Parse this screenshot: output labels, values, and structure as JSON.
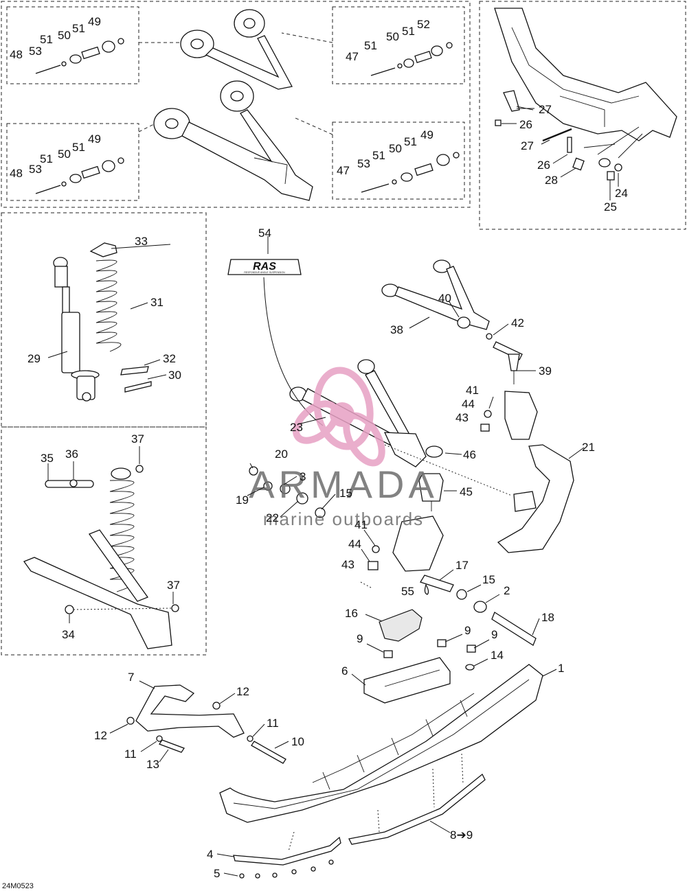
{
  "drawing_id": "24M0523",
  "watermark": {
    "brand": "ARMADA",
    "tagline": "marine outboards",
    "logo_color": "#e7a1c4",
    "text_color": "#6d6d6d"
  },
  "emblem": {
    "logo_text": "RAS",
    "subtitle": "RESPONSIVE ANGLE SUSPENSION"
  },
  "callouts": [
    {
      "id": "c1",
      "text": "1"
    },
    {
      "id": "c2",
      "text": "2"
    },
    {
      "id": "c3",
      "text": "3"
    },
    {
      "id": "c4",
      "text": "4"
    },
    {
      "id": "c5",
      "text": "5"
    },
    {
      "id": "c6",
      "text": "6"
    },
    {
      "id": "c7",
      "text": "7"
    },
    {
      "id": "c8",
      "text": "8➔9"
    },
    {
      "id": "c9a",
      "text": "9"
    },
    {
      "id": "c9b",
      "text": "9"
    },
    {
      "id": "c9c",
      "text": "9"
    },
    {
      "id": "c10",
      "text": "10"
    },
    {
      "id": "c11a",
      "text": "11"
    },
    {
      "id": "c11b",
      "text": "11"
    },
    {
      "id": "c12a",
      "text": "12"
    },
    {
      "id": "c12b",
      "text": "12"
    },
    {
      "id": "c13",
      "text": "13"
    },
    {
      "id": "c14",
      "text": "14"
    },
    {
      "id": "c15a",
      "text": "15"
    },
    {
      "id": "c15b",
      "text": "15"
    },
    {
      "id": "c16",
      "text": "16"
    },
    {
      "id": "c17",
      "text": "17"
    },
    {
      "id": "c18",
      "text": "18"
    },
    {
      "id": "c19",
      "text": "19"
    },
    {
      "id": "c20",
      "text": "20"
    },
    {
      "id": "c21",
      "text": "21"
    },
    {
      "id": "c22",
      "text": "22"
    },
    {
      "id": "c23",
      "text": "23"
    },
    {
      "id": "c24",
      "text": "24"
    },
    {
      "id": "c25",
      "text": "25"
    },
    {
      "id": "c26a",
      "text": "26"
    },
    {
      "id": "c26b",
      "text": "26"
    },
    {
      "id": "c27a",
      "text": "27"
    },
    {
      "id": "c27b",
      "text": "27"
    },
    {
      "id": "c28",
      "text": "28"
    },
    {
      "id": "c29",
      "text": "29"
    },
    {
      "id": "c30",
      "text": "30"
    },
    {
      "id": "c31",
      "text": "31"
    },
    {
      "id": "c32",
      "text": "32"
    },
    {
      "id": "c33",
      "text": "33"
    },
    {
      "id": "c34",
      "text": "34"
    },
    {
      "id": "c35",
      "text": "35"
    },
    {
      "id": "c36",
      "text": "36"
    },
    {
      "id": "c37a",
      "text": "37"
    },
    {
      "id": "c37b",
      "text": "37"
    },
    {
      "id": "c38",
      "text": "38"
    },
    {
      "id": "c39",
      "text": "39"
    },
    {
      "id": "c40",
      "text": "40"
    },
    {
      "id": "c41a",
      "text": "41"
    },
    {
      "id": "c41b",
      "text": "41"
    },
    {
      "id": "c42",
      "text": "42"
    },
    {
      "id": "c43a",
      "text": "43"
    },
    {
      "id": "c43b",
      "text": "43"
    },
    {
      "id": "c44a",
      "text": "44"
    },
    {
      "id": "c44b",
      "text": "44"
    },
    {
      "id": "c45",
      "text": "45"
    },
    {
      "id": "c46",
      "text": "46"
    },
    {
      "id": "c54",
      "text": "54"
    },
    {
      "id": "c55",
      "text": "55"
    },
    {
      "id": "b1_48",
      "text": "48"
    },
    {
      "id": "b1_53",
      "text": "53"
    },
    {
      "id": "b1_51a",
      "text": "51"
    },
    {
      "id": "b1_50",
      "text": "50"
    },
    {
      "id": "b1_51b",
      "text": "51"
    },
    {
      "id": "b1_49",
      "text": "49"
    },
    {
      "id": "b2_47",
      "text": "47"
    },
    {
      "id": "b2_51a",
      "text": "51"
    },
    {
      "id": "b2_50",
      "text": "50"
    },
    {
      "id": "b2_51b",
      "text": "51"
    },
    {
      "id": "b2_52",
      "text": "52"
    },
    {
      "id": "b3_48",
      "text": "48"
    },
    {
      "id": "b3_53",
      "text": "53"
    },
    {
      "id": "b3_51a",
      "text": "51"
    },
    {
      "id": "b3_50",
      "text": "50"
    },
    {
      "id": "b3_51b",
      "text": "51"
    },
    {
      "id": "b3_49",
      "text": "49"
    },
    {
      "id": "b4_47",
      "text": "47"
    },
    {
      "id": "b4_53",
      "text": "53"
    },
    {
      "id": "b4_51a",
      "text": "51"
    },
    {
      "id": "b4_50",
      "text": "50"
    },
    {
      "id": "b4_51b",
      "text": "51"
    },
    {
      "id": "b4_49",
      "text": "49"
    }
  ]
}
